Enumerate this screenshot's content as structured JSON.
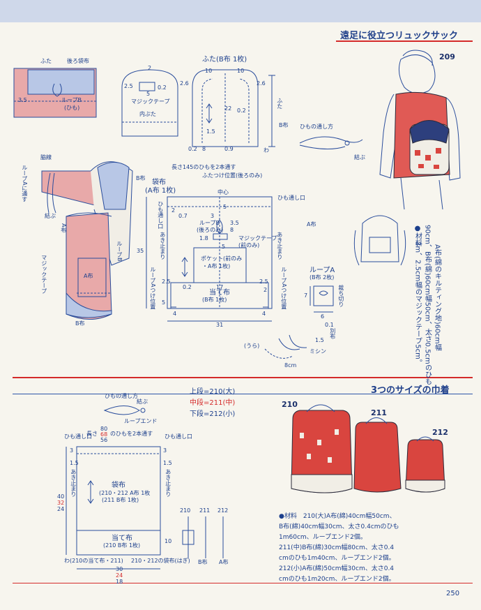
{
  "header": {
    "title_top": "遠足に役立つリュックサック",
    "item_209": "209",
    "title_bottom": "3つのサイズの巾着",
    "page_number": "250"
  },
  "rucksack": {
    "flap_labels": {
      "futa": "ふた",
      "back_fabric": "後ろ袋布",
      "loop_b": "ループB",
      "himo": "(ひも)",
      "dim_35": "3.5"
    },
    "inner_flap": {
      "n2": "2",
      "n25": "2.5",
      "n02": "0.2",
      "n5": "5",
      "magic": "マジックテープ",
      "label": "内ぶた"
    },
    "flap_piece": {
      "title": "ふた(B布 1枚)",
      "n10a": "10",
      "n10b": "10",
      "n26a": "2.6",
      "n26b": "2.6",
      "n22": "22",
      "n02": "0.2",
      "n15": "1.5",
      "n02b": "0.2",
      "n8": "8",
      "n09": "0.9",
      "futa_v": "ふた",
      "b_fabric": "B布",
      "wa": "わ"
    },
    "cord_method": {
      "title": "ひもの通し方",
      "knot": "結ぶ"
    },
    "assembly": {
      "side_line": "脇線",
      "pass_loop": "ループAに通す",
      "b_fabric": "B布",
      "knot": "結ぶ",
      "a_fabric": "A布",
      "loop_b": "ループB",
      "a_fabric2": "A布",
      "magic": "マジックテープ",
      "b_fabric2": "B布"
    },
    "body_piece": {
      "cord_note": "長さ145のひもを2本通す",
      "lid_pos": "ふたつけ位置(後ろのみ)",
      "title": "袋布",
      "title2": "(A布 1枚)",
      "center": "中心",
      "cord_hole_left": "ひも通し口",
      "cord_hole_right": "ひも通し口",
      "n5": "5",
      "n2": "2",
      "n07": "0.7",
      "n3": "3",
      "n35": "3.5",
      "n18": "1.8",
      "n35b": "35",
      "n8": "8",
      "n5b": "5",
      "loop_b_back": "ループB",
      "back_only": "(後ろのみ)",
      "magic": "マジックテープ",
      "front_only": "(前のみ)",
      "stitch_end_l": "あき止まり",
      "stitch_end_r": "あき止まり",
      "pocket": "ポケット(前のみ",
      "pocket2": "・A布 1枚)",
      "loop_a_pos_l": "ループAつけ位置",
      "loop_a_pos_r": "ループAつけ位置",
      "n25": "2.5",
      "n02": "0.2",
      "n17": "17",
      "n25b": "2.5",
      "n2b": "2",
      "patch": "当て布",
      "patch2": "(B布 1枚)",
      "n4a": "4",
      "n4b": "4",
      "n5c": "5",
      "n31": "31",
      "a_fabric": "A布"
    },
    "loop_a": {
      "title": "ループA",
      "sub": "(B布 2枚)",
      "n7": "7",
      "bias": "裁ち切り",
      "n6": "6",
      "n01": "0.1",
      "n15": "1.5",
      "another": "別布",
      "ura": "(うら)",
      "machine": "ミシン",
      "n8cm": "8cm"
    },
    "materials": {
      "head": "●材料",
      "lines": [
        "A布(綿のキルティング地)60cm幅",
        "90cm、B布(綿)60cm幅50cm、太さ0.5cmのひも",
        "3m、2.5cm幅のマジックテープ5cm。"
      ]
    }
  },
  "drawstring": {
    "cord_method": {
      "title": "ひもの通し方",
      "knot": "結ぶ",
      "loop_end": "ループエンド"
    },
    "sizes": {
      "upper": "上段=210(大)",
      "middle": "中段=211(中)",
      "lower": "下段=212(小)"
    },
    "piece": {
      "len_note": "長さ",
      "len80": "80",
      "len68": "68",
      "len56": "56",
      "len_suffix": "のひもを2本通す",
      "cord_hole_l": "ひも通し口",
      "cord_hole_r": "ひも通し口",
      "stitch_end_l": "あき止まり",
      "stitch_end_r": "あき止まり",
      "n3a": "3",
      "n3b": "3",
      "n15a": "1.5",
      "n15b": "1.5",
      "title": "袋布",
      "title2": "(210・212 A布 1枚",
      "title3": "(211 B布 1枚)",
      "h40": "40",
      "h32": "32",
      "h24": "24",
      "patch": "当て布",
      "patch2": "(210 B布 1枚)",
      "n10": "10",
      "wa_note": "わ(210の当て布・211)",
      "wa_note2": "210・212の袋布(はぎ)",
      "w30": "30",
      "w24": "24",
      "w18": "18",
      "lab210": "210",
      "lab211": "211",
      "lab212": "212",
      "b_fabric": "B布",
      "a_fabric": "A布"
    },
    "bag_labels": {
      "b210": "210",
      "b211": "211",
      "b212": "212"
    },
    "materials": {
      "lines": [
        "●材料　210(大)A布(綿)40cm幅50cm、",
        "B布(綿)40cm幅30cm、太さ0.4cmのひも",
        "1m60cm、ループエンド2個。",
        "211(中)B布(綿)30cm幅80cm、太さ0.4",
        "cmのひも1m40cm、ループエンド2個。",
        "212(小)A布(綿)50cm幅30cm、太さ0.4",
        "cmのひも1m20cm、ループエンド2個。"
      ]
    }
  },
  "colors": {
    "ink": "#1c3f8c",
    "accent_red": "#d42a2a",
    "pink": "#e8a9a9",
    "paper": "#f7f5ee"
  }
}
